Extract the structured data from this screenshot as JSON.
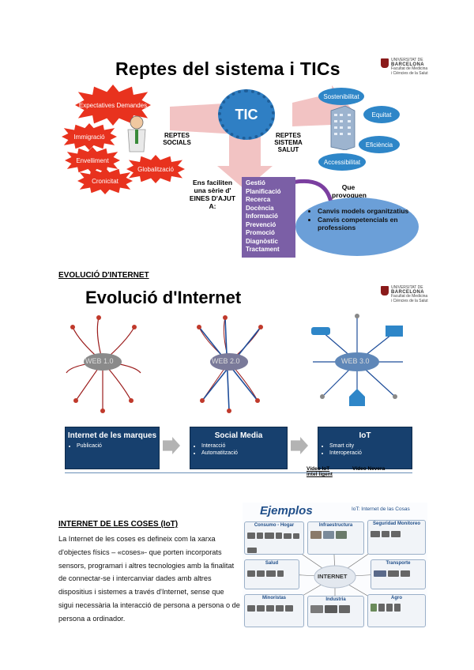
{
  "section1": {
    "title": "Reptes del sistema i TICs",
    "logo": {
      "line1": "UNIVERSITAT DE",
      "line2": "BARCELONA",
      "line3": "Facultat de Medicina",
      "line4": "i Ciències de la Salut"
    },
    "red_stars": [
      "Expectatives Demandes",
      "Immigració",
      "Envelliment",
      "Cronicitat",
      "Globalització"
    ],
    "reptes_socials": "REPTES SOCIALS",
    "tic": "TIC",
    "reptes_sistema_salut": "REPTES SISTEMA SALUT",
    "blue_ovals": [
      "Sostenibilitat",
      "Equitat",
      "Eficiència",
      "Accessibilitat"
    ],
    "ens_faciliten": "Ens faciliten una sèrie d' EINES D'AJUT A:",
    "eines": [
      "Gestió",
      "Planificació",
      "Recerca",
      "Docència",
      "Informació",
      "Prevenció",
      "Promoció",
      "Diagnòstic",
      "Tractament"
    ],
    "que_provoquen": "Que provoquen",
    "canvis": [
      "Canvis models organitzatius",
      "Canvis competencials en professions"
    ]
  },
  "section2": {
    "heading": "EVOLUCIÓ D'INTERNET",
    "title": "Evolució d'Internet",
    "webs": [
      "WEB 1.0",
      "WEB 2.0",
      "WEB 3.0"
    ],
    "stages": [
      {
        "title": "Internet de les marques",
        "bullets": [
          "Publicació"
        ]
      },
      {
        "title": "Social Media",
        "bullets": [
          "Interacció",
          "Automatització"
        ]
      },
      {
        "title": "IoT",
        "bullets": [
          "Smart city",
          "Interoperació"
        ]
      }
    ],
    "link_iot": "Vídeo IoT intel·ligent",
    "link_nevera": "Vídeo Nevera"
  },
  "section3": {
    "heading": "INTERNET DE LES COSES (IoT)",
    "body": "La Internet de les coses es defineix com la xarxa d'objectes físics – «coses»- que porten incorporats sensors, programari i altres tecnologies amb la finalitat de connectar-se i intercanviar dades amb altres dispositius i sistemes a través d'Internet, sense que sigui necessària la interacció de persona a persona o de persona a ordinador.",
    "figure": {
      "title": "Ejemplos",
      "subtitle": "IoT: Internet de las Cosas",
      "center": "INTERNET",
      "panels": [
        "Consumo - Hogar",
        "Infraestructura",
        "Seguridad Monitoreo",
        "Salud",
        "Transporte",
        "Minoristas",
        "Industria",
        "Agro"
      ]
    }
  },
  "colors": {
    "red": "#e8321e",
    "blue": "#2e86c8",
    "navy": "#17406e",
    "purple": "#7b5fa6"
  }
}
